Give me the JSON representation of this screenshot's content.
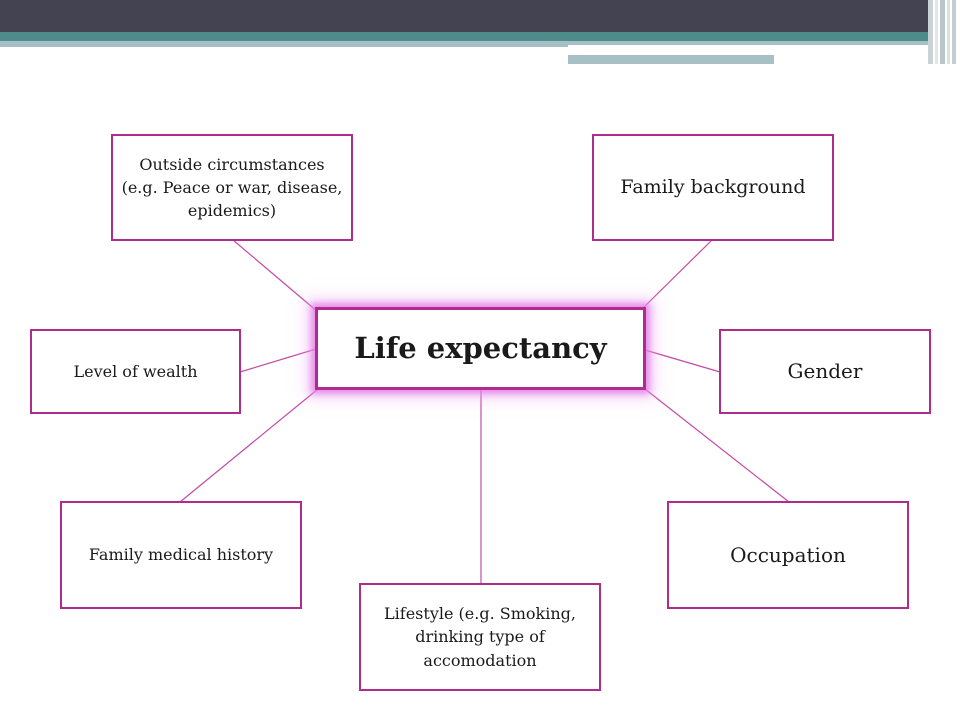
{
  "diagram": {
    "center": "Life expectancy",
    "factors": {
      "outside_circumstances": "Outside circumstances (e.g. Peace or war, disease, epidemics)",
      "family_background": "Family background",
      "level_of_wealth": "Level of wealth",
      "gender": "Gender",
      "family_medical_history": "Family medical history",
      "lifestyle": "Lifestyle (e.g. Smoking, drinking type of accomodation",
      "occupation": "Occupation"
    }
  },
  "colors": {
    "box_border": "#b02b8e",
    "connector": "#c44aa8",
    "center_glow": "#e078e6",
    "header_dark": "#434352",
    "header_teal": "#4e8c8c",
    "header_light": "#a7c0c6"
  }
}
